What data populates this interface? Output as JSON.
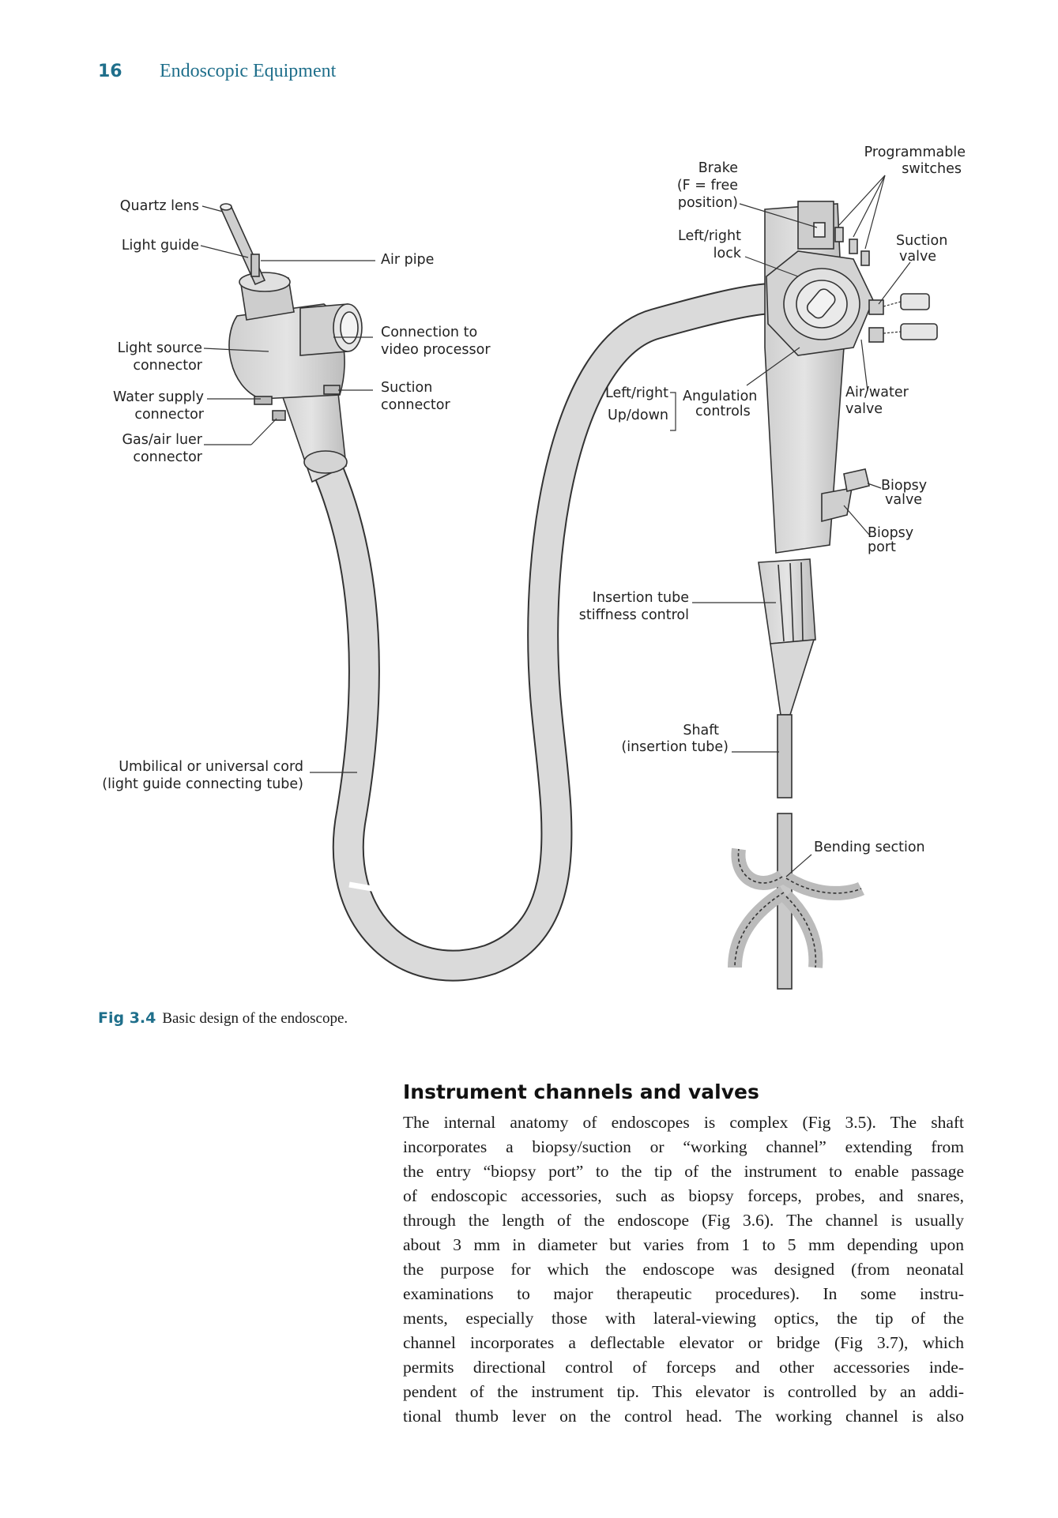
{
  "header": {
    "page_number": "16",
    "running_head": "Endoscopic Equipment"
  },
  "figure": {
    "labels": {
      "quartz_lens": "Quartz lens",
      "light_guide": "Light guide",
      "air_pipe": "Air pipe",
      "light_source_l1": "Light source",
      "light_source_l2": "connector",
      "connection_l1": "Connection to",
      "connection_l2": "video processor",
      "water_supply_l1": "Water supply",
      "water_supply_l2": "connector",
      "suction_conn_l1": "Suction",
      "suction_conn_l2": "connector",
      "gas_air_l1": "Gas/air luer",
      "gas_air_l2": "connector",
      "umbilical_l1": "Umbilical or universal cord",
      "umbilical_l2": "(light guide connecting tube)",
      "brake_l1": "Brake",
      "brake_l2": "(F = free",
      "brake_l3": "position)",
      "programmable_l1": "Programmable",
      "programmable_l2": "switches",
      "lr_lock_l1": "Left/right",
      "lr_lock_l2": "lock",
      "suction_valve_l1": "Suction",
      "suction_valve_l2": "valve",
      "left_right": "Left/right",
      "up_down": "Up/down",
      "angulation_l1": "Angulation",
      "angulation_l2": "controls",
      "air_water_l1": "Air/water",
      "air_water_l2": "valve",
      "biopsy_valve_l1": "Biopsy",
      "biopsy_valve_l2": "valve",
      "biopsy_port_l1": "Biopsy",
      "biopsy_port_l2": "port",
      "stiffness_l1": "Insertion tube",
      "stiffness_l2": "stiffness control",
      "shaft_l1": "Shaft",
      "shaft_l2": "(insertion tube)",
      "bending_section": "Bending section"
    }
  },
  "caption": {
    "label": "Fig 3.4",
    "text": "Basic design of the endoscope."
  },
  "section": {
    "heading": "Instrument channels and valves",
    "lines": [
      "The internal anatomy of endoscopes is complex (Fig 3.5). The shaft",
      "incorporates a biopsy/suction or “working channel” extending from",
      "the entry “biopsy port” to the tip of the instrument to enable passage",
      "of endoscopic accessories, such as biopsy forceps, probes, and snares,",
      "through the length of the endoscope (Fig 3.6). The channel is usually",
      "about 3 mm in diameter but varies from 1 to 5 mm depending upon",
      "the purpose for which the endoscope was designed (from neonatal",
      "examinations to major therapeutic procedures). In some instru-",
      "ments, especially those with lateral-viewing optics, the tip of the",
      "channel incorporates a deflectable elevator or bridge (Fig 3.7), which",
      "permits directional control of forceps and other accessories inde-",
      "pendent of the instrument tip. This elevator is controlled by an addi-",
      "tional thumb lever on the control head. The working channel is also"
    ]
  }
}
